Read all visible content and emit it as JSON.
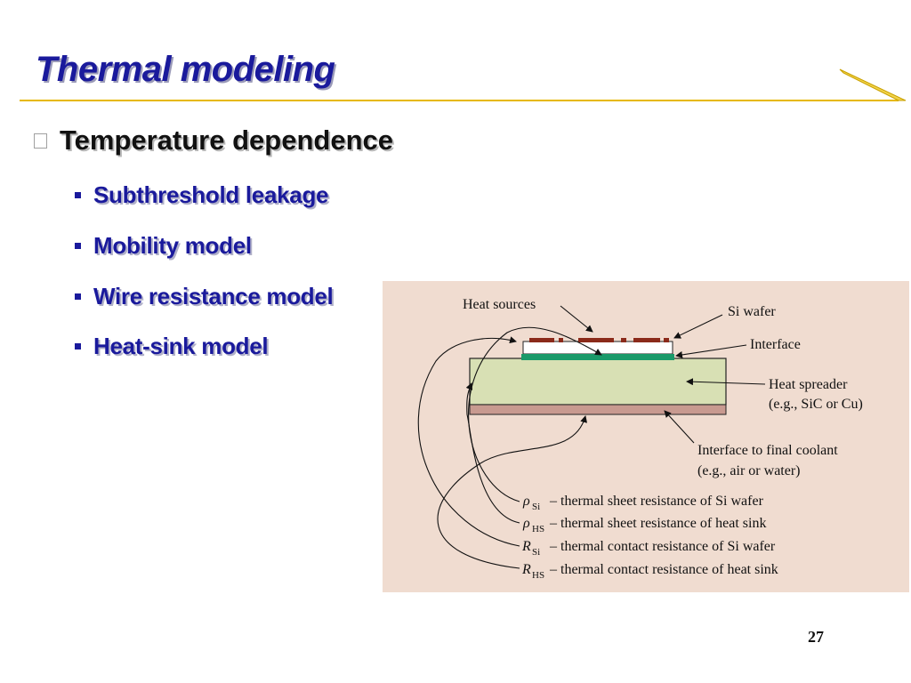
{
  "slide": {
    "title": "Thermal modeling",
    "bullet_main": "Temperature dependence",
    "sub_bullets": [
      "Subthreshold leakage",
      "Mobility model",
      "Wire resistance model",
      "Heat-sink model"
    ],
    "page_number": "27"
  },
  "figure": {
    "labels": {
      "heat_sources": "Heat sources",
      "si_wafer": "Si wafer",
      "interface": "Interface",
      "heat_spreader": "Heat spreader",
      "heat_spreader_eg": "(e.g., SiC or Cu)",
      "final_coolant": "Interface to final coolant",
      "final_coolant_eg": "(e.g., air or water)"
    },
    "legend": [
      {
        "symbol": "ρ",
        "sub": "Si",
        "desc": "– thermal sheet resistance of Si wafer"
      },
      {
        "symbol": "ρ",
        "sub": "HS",
        "desc": "– thermal sheet resistance of heat sink"
      },
      {
        "symbol": "R",
        "sub": "Si",
        "desc": "– thermal contact resistance of Si wafer"
      },
      {
        "symbol": "R",
        "sub": "HS",
        "desc": "– thermal contact resistance of heat sink"
      }
    ]
  },
  "colors": {
    "title": "#1a1a9c",
    "accent_line": "#e6b800",
    "figure_bg": "#f0dcd0",
    "spreader": "#d8e0b4",
    "interface": "#1a9a6a",
    "coolant_interface": "#c89a90",
    "heat_source": "#8b2a1a"
  }
}
